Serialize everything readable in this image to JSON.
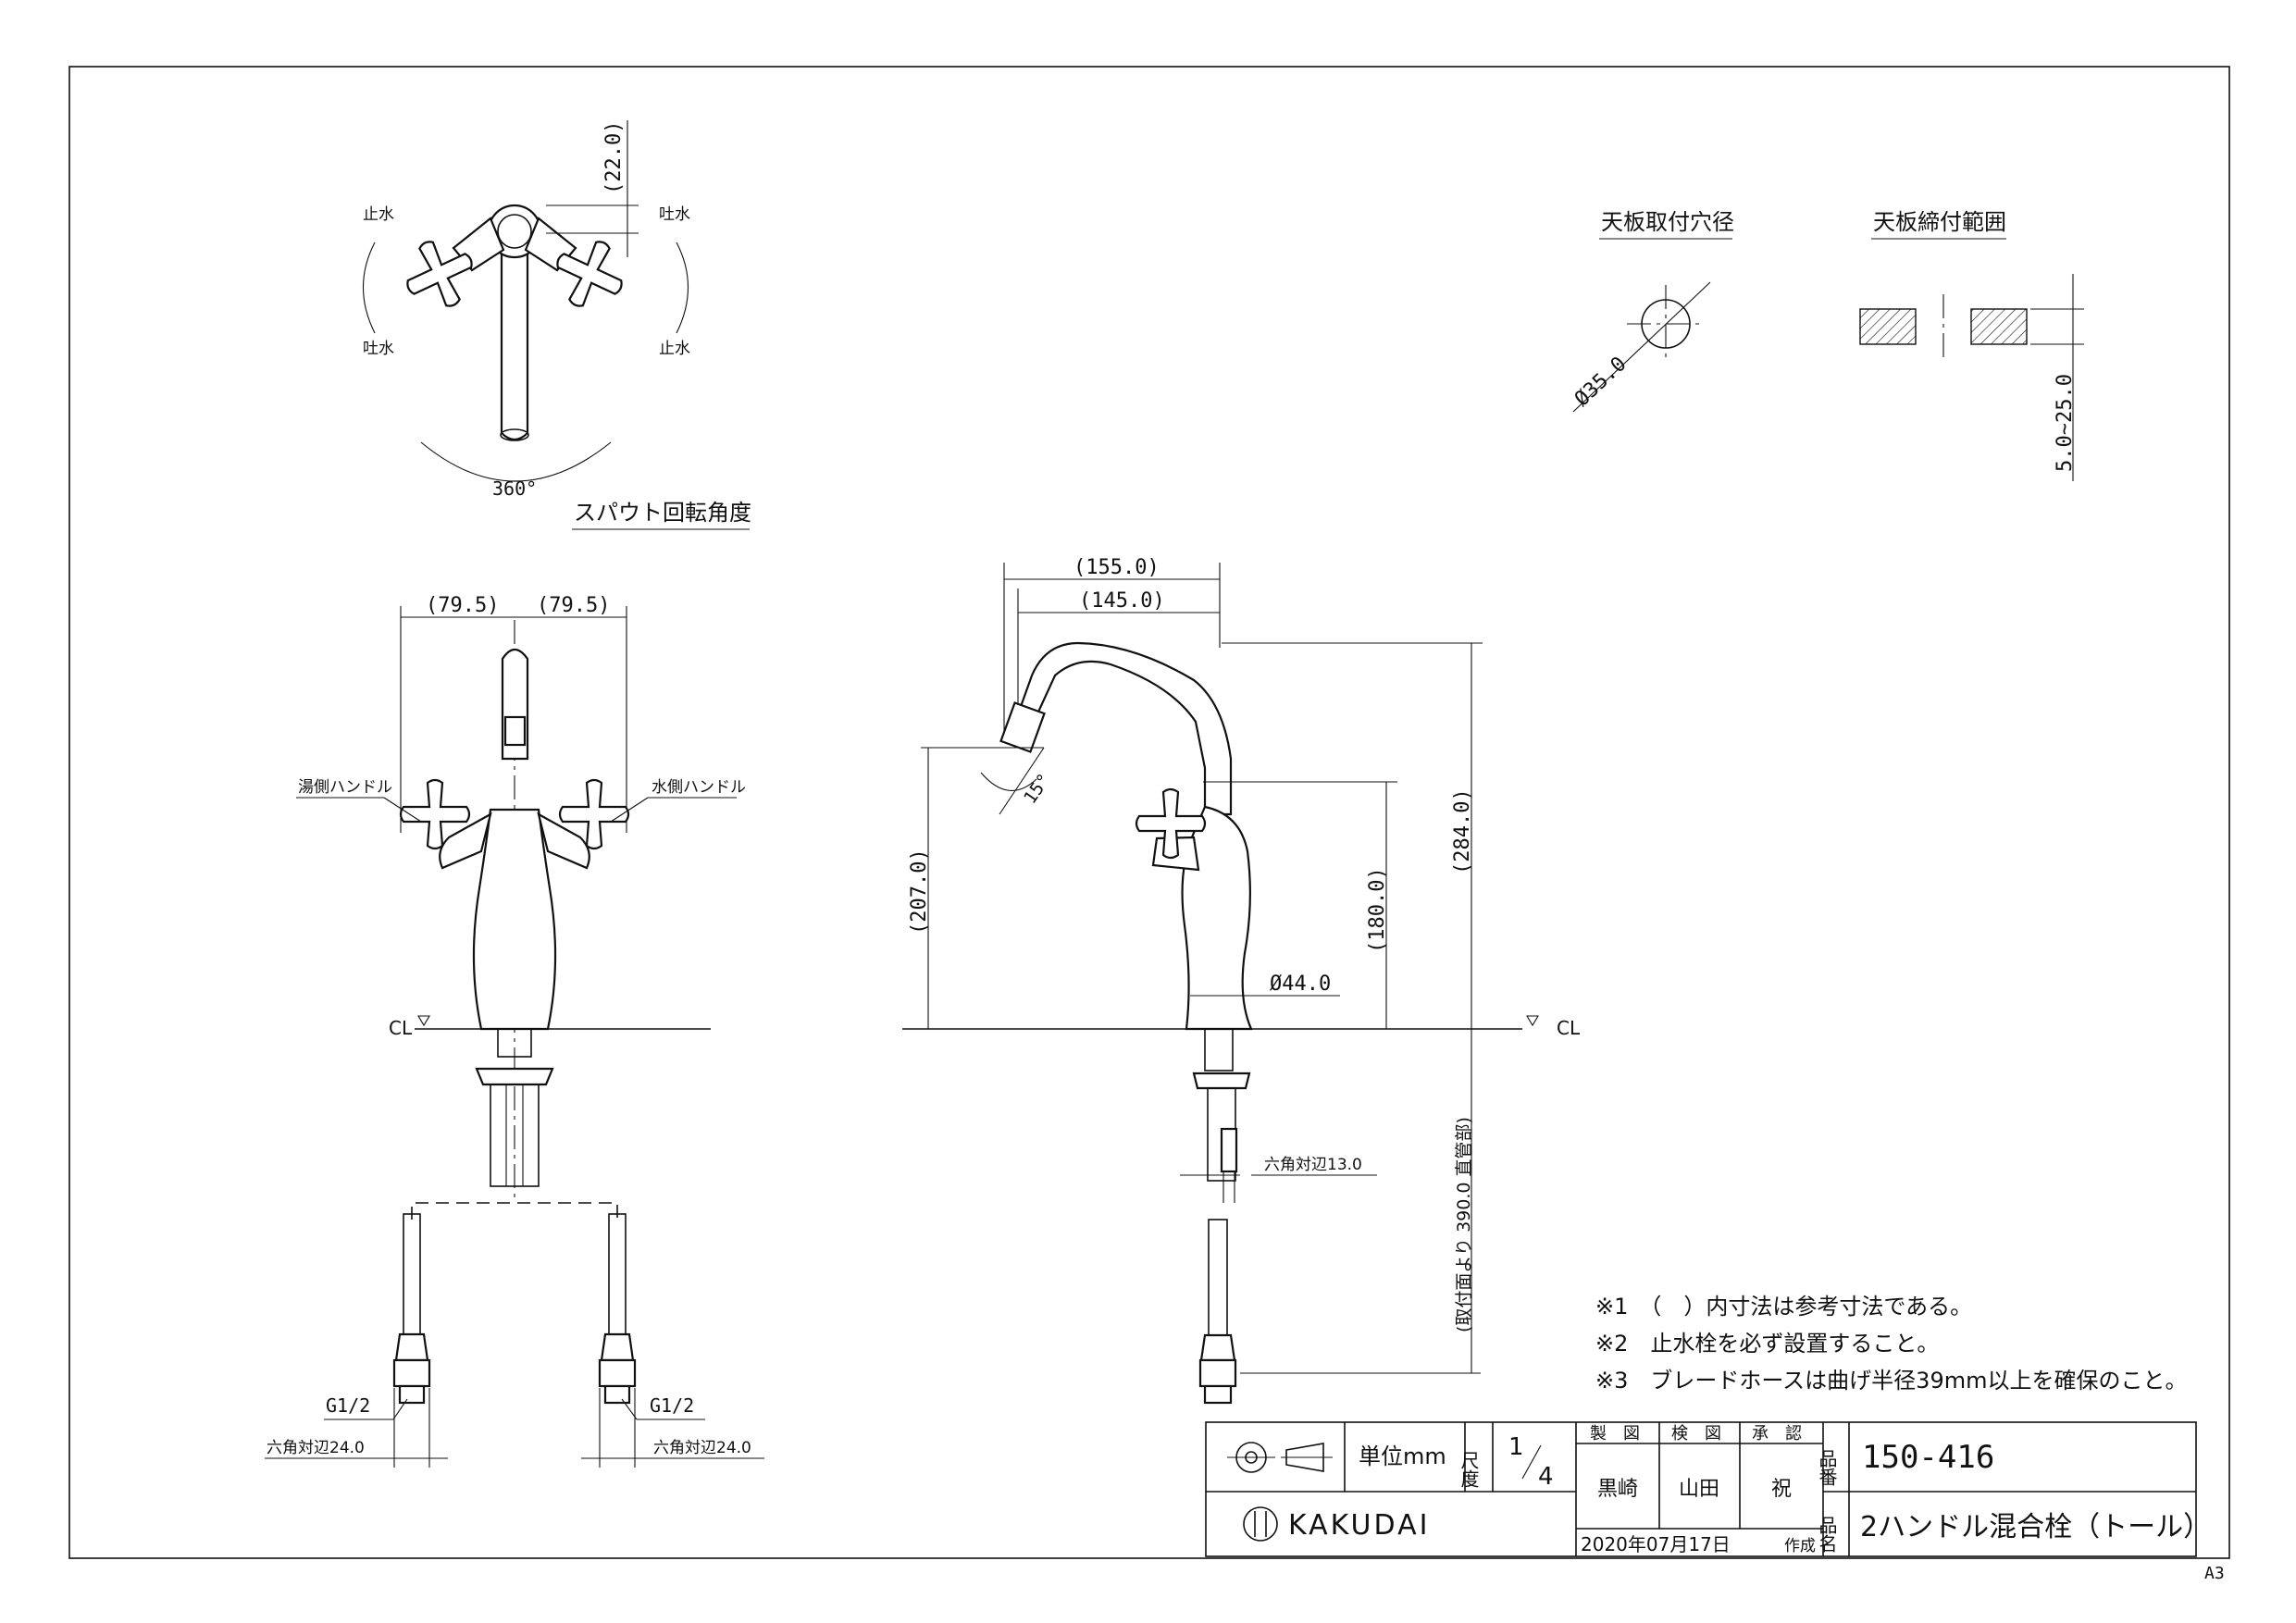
{
  "views": {
    "top": {
      "dim_spout_offset": "(22.0)",
      "label_stop_left": "止水",
      "label_out_left": "吐水",
      "label_stop_right": "止水",
      "label_out_right": "吐水",
      "rotation_angle": "360°",
      "caption": "スパウト回転角度"
    },
    "mounting": {
      "hole_title": "天板取付穴径",
      "hole_dim": "Ø35.0",
      "range_title": "天板締付範囲",
      "range_dim": "5.0~25.0"
    },
    "front": {
      "dim_left": "(79.5)",
      "dim_right": "(79.5)",
      "hot_handle": "湯側ハンドル",
      "cold_handle": "水側ハンドル",
      "cl_label": "CL",
      "thread_left": "G1/2",
      "thread_right": "G1/2",
      "hex_left": "六角対辺24.0",
      "hex_right": "六角対辺24.0"
    },
    "side": {
      "dim_reach_outer": "(155.0)",
      "dim_reach_inner": "(145.0)",
      "dim_spout_height": "(207.0)",
      "angle": "15°",
      "dim_handle_height": "(180.0)",
      "dim_total_height": "(284.0)",
      "dim_body_dia": "Ø44.0",
      "cl_label": "CL",
      "hex_nut": "六角対辺13.0",
      "hose_length": "(取付面より 390.0 直管部)"
    }
  },
  "notes": [
    "※1　（　）内寸法は参考寸法である。",
    "※2　止水栓を必ず設置すること。",
    "※3　ブレードホースは曲げ半径39mm以上を確保のこと。"
  ],
  "title_block": {
    "unit_label": "単位mm",
    "scale_label": "尺度",
    "scale_num": "1",
    "scale_den": "4",
    "made_label": "製　図",
    "check_label": "検　図",
    "approve_label": "承　認",
    "made_by": "黒崎",
    "checked_by": "山田",
    "approved_by": "祝",
    "product_no_label": "品番",
    "product_no": "150-416",
    "product_name_label": "品名",
    "product_name": "2ハンドル混合栓（トール）",
    "company": "KAKUDAI",
    "date": "2020年07月17日",
    "date_suffix": "作成"
  },
  "sheet_size": "A3"
}
